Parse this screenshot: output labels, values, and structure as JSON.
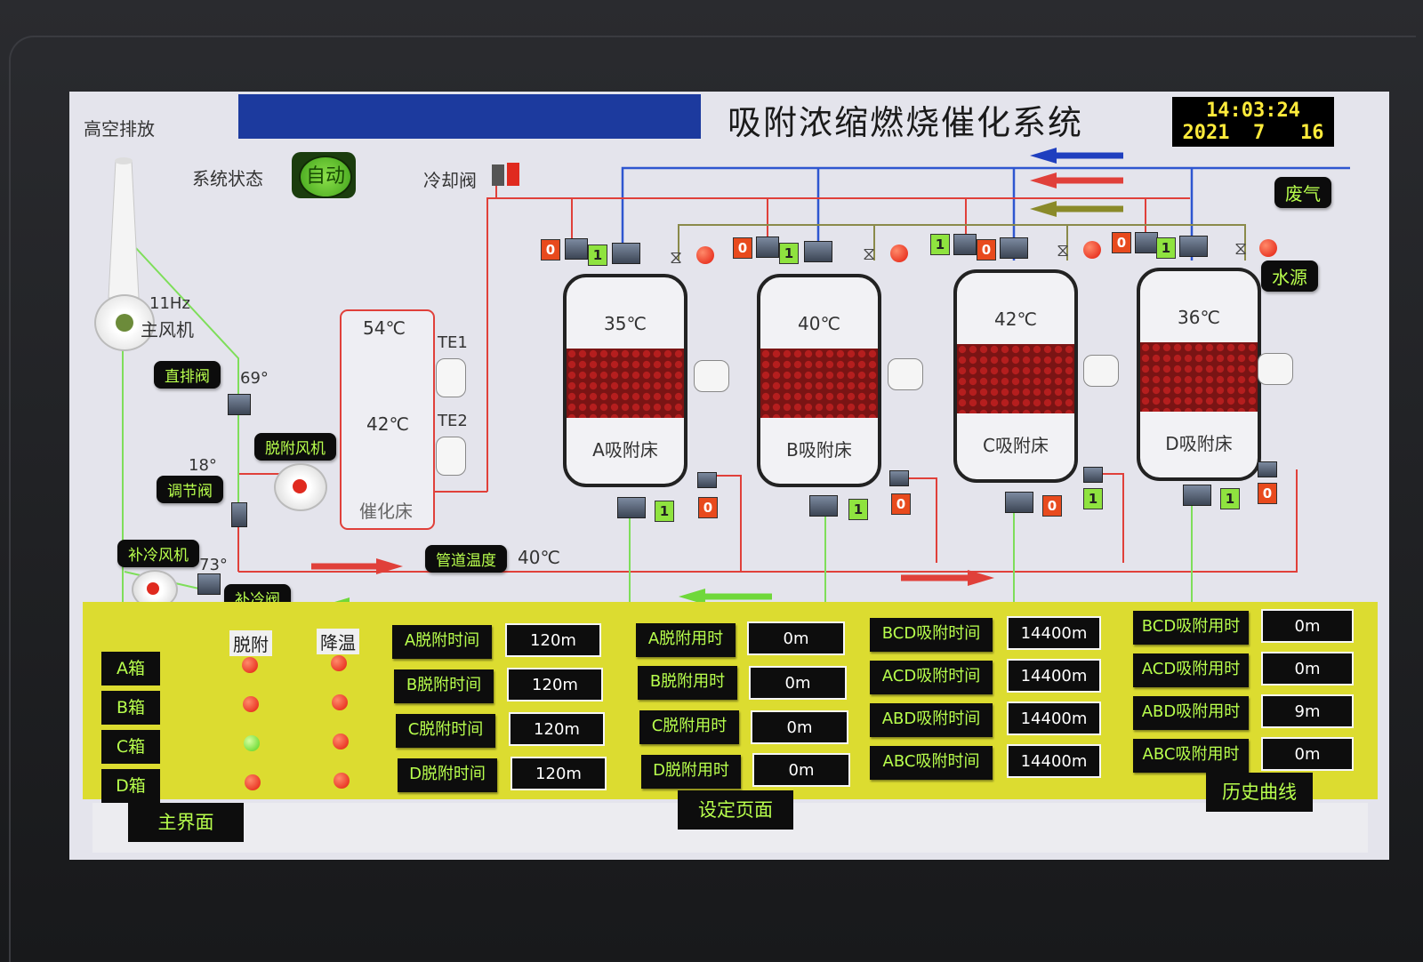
{
  "header": {
    "exhaust_label": "高空排放",
    "title": "吸附浓缩燃烧催化系统",
    "clock_time": "14:03:24",
    "clock_date": "2021  7   16"
  },
  "status": {
    "label": "系统状态",
    "mode": "自动"
  },
  "cooling_valve_label": "冷却阀",
  "labels": {
    "waste_gas": "废气",
    "water_source": "水源",
    "main_fan_freq": "11Hz",
    "main_fan": "主风机",
    "direct_valve": "直排阀",
    "direct_valve_angle": "69°",
    "desorb_fan": "脱附风机",
    "adjust_valve": "调节阀",
    "adjust_valve_angle": "18°",
    "cool_fan": "补冷风机",
    "cool_valve": "补冷阀",
    "cool_valve_angle": "73°",
    "pipe_temp": "管道温度",
    "pipe_temp_value": "40℃",
    "catalyst_top_temp": "54℃",
    "catalyst_bottom_temp": "42℃",
    "te1": "TE1",
    "te2": "TE2",
    "catalyst_bed": "催化床"
  },
  "tanks": [
    {
      "name": "A吸附床",
      "temp": "35℃",
      "tag1": "0",
      "tag2": "1",
      "bottom_tag": "1",
      "side_tag": "0"
    },
    {
      "name": "B吸附床",
      "temp": "40℃",
      "tag1": "0",
      "tag2": "1",
      "bottom_tag": "1",
      "side_tag": "0"
    },
    {
      "name": "C吸附床",
      "temp": "42℃",
      "tag1": "1",
      "tag2": "0",
      "bottom_tag": "0",
      "side_tag": "1"
    },
    {
      "name": "D吸附床",
      "temp": "36℃",
      "tag1": "0",
      "tag2": "1",
      "bottom_tag": "1",
      "side_tag": "0"
    }
  ],
  "table": {
    "headers": {
      "desorb": "脱附",
      "cool": "降温"
    },
    "boxes": [
      {
        "label": "A箱",
        "desorb": "red",
        "cool": "red"
      },
      {
        "label": "B箱",
        "desorb": "red",
        "cool": "red"
      },
      {
        "label": "C箱",
        "desorb": "green",
        "cool": "red"
      },
      {
        "label": "D箱",
        "desorb": "red",
        "cool": "red"
      }
    ],
    "desorb_time": [
      {
        "label": "A脱附时间",
        "value": "120m"
      },
      {
        "label": "B脱附时间",
        "value": "120m"
      },
      {
        "label": "C脱附时间",
        "value": "120m"
      },
      {
        "label": "D脱附时间",
        "value": "120m"
      }
    ],
    "desorb_used": [
      {
        "label": "A脱附用时",
        "value": "0m"
      },
      {
        "label": "B脱附用时",
        "value": "0m"
      },
      {
        "label": "C脱附用时",
        "value": "0m"
      },
      {
        "label": "D脱附用时",
        "value": "0m"
      }
    ],
    "adsorb_time": [
      {
        "label": "BCD吸附时间",
        "value": "14400m"
      },
      {
        "label": "ACD吸附时间",
        "value": "14400m"
      },
      {
        "label": "ABD吸附时间",
        "value": "14400m"
      },
      {
        "label": "ABC吸附时间",
        "value": "14400m"
      }
    ],
    "adsorb_used": [
      {
        "label": "BCD吸附用时",
        "value": "0m"
      },
      {
        "label": "ACD吸附用时",
        "value": "0m"
      },
      {
        "label": "ABD吸附用时",
        "value": "9m"
      },
      {
        "label": "ABC吸附用时",
        "value": "0m"
      }
    ]
  },
  "nav": {
    "main": "主界面",
    "settings": "设定页面",
    "history": "历史曲线"
  },
  "colors": {
    "pipe_red": "#e0403a",
    "pipe_blue": "#2e56d0",
    "pipe_olive": "#8a8a4a",
    "pipe_green": "#7ede5a",
    "panel_yellow": "#dcdc30"
  }
}
